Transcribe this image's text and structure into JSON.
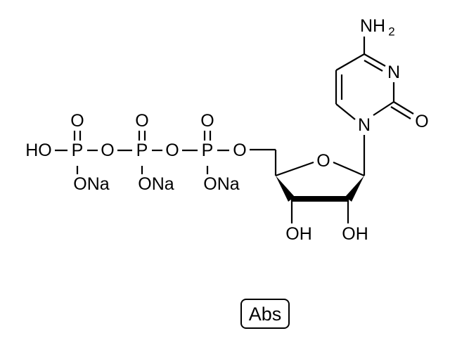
{
  "molecule": {
    "atoms": {
      "ho": "HO",
      "p1": "P",
      "o_bridge1": "O",
      "p2": "P",
      "o_bridge2": "O",
      "p3": "P",
      "o_ester": "O",
      "o_top1": "O",
      "o_top2": "O",
      "o_top3": "O",
      "ona1": "ONa",
      "ona2": "ONa",
      "ona3": "ONa",
      "o_ring": "O",
      "oh_3": "OH",
      "oh_2": "OH",
      "n1": "N",
      "n3": "N",
      "o_carbonyl": "O",
      "nh2_main": "NH",
      "nh2_sub": "2"
    },
    "stereo_badge": "Abs"
  }
}
